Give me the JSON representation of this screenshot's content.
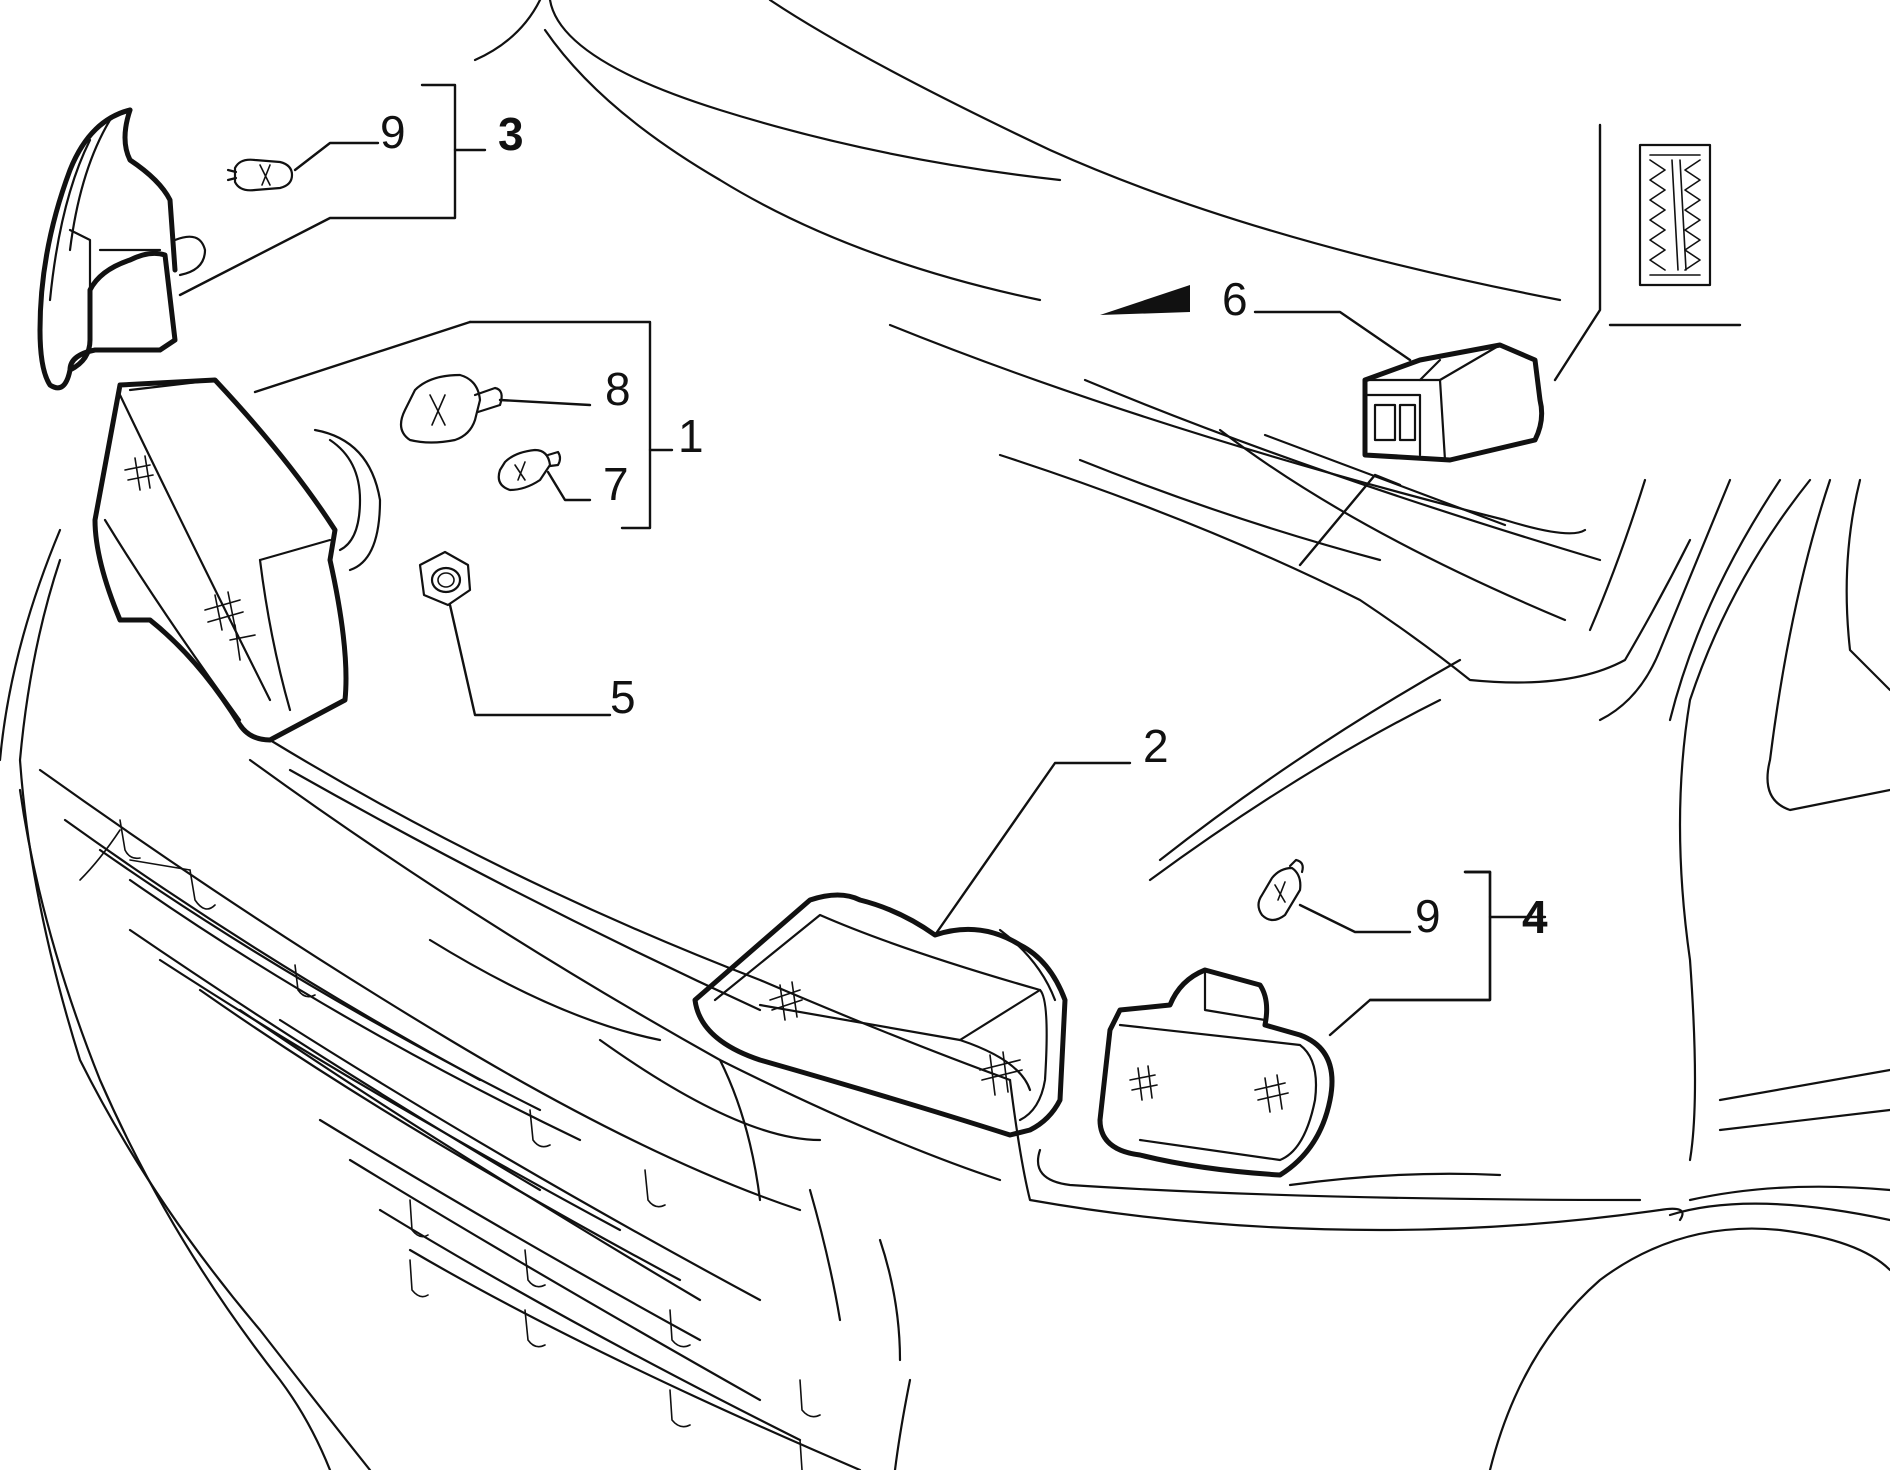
{
  "colors": {
    "line": "#111111",
    "background": "#ffffff"
  },
  "callouts": {
    "c1": "1",
    "c2": "2",
    "c3": "3",
    "c4": "4",
    "c5": "5",
    "c6": "6",
    "c7": "7",
    "c8": "8",
    "c9a": "9",
    "c9b": "9"
  },
  "icons": {
    "direction_marker": "black-wedge-arrow-icon",
    "fuse_detail": "fuse-zigzag-icon"
  }
}
